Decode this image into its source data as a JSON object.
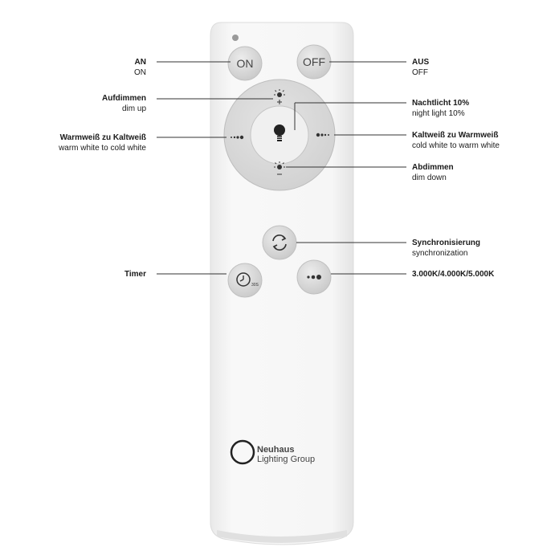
{
  "labels": {
    "on": {
      "de": "AN",
      "en": "ON"
    },
    "dim_up": {
      "de": "Aufdimmen",
      "en": "dim up"
    },
    "warm_to_cold": {
      "de": "Warmweiß zu Kaltweiß",
      "en": "warm white to cold white"
    },
    "timer": {
      "de": "Timer"
    },
    "off": {
      "de": "AUS",
      "en": "OFF"
    },
    "night_light": {
      "de": "Nachtlicht 10%",
      "en": "night light 10%"
    },
    "cold_to_warm": {
      "de": "Kaltweiß zu Warmweiß",
      "en": "cold white to warm white"
    },
    "dim_down": {
      "de": "Abdimmen",
      "en": "dim down"
    },
    "sync": {
      "de": "Synchronisierung",
      "en": "synchronization"
    },
    "color_temp": {
      "de": "3.000K/4.000K/5.000K"
    }
  },
  "buttons": {
    "on": "ON",
    "off": "OFF",
    "timer_sub": "30S"
  },
  "brand": {
    "line1": "Neuhaus",
    "line2": "Lighting Group"
  },
  "colors": {
    "remote_body": "#f4f4f4",
    "button_face": "#d9d9d9",
    "label_text": "#1a1a1a"
  },
  "icons": [
    "power-led-icon",
    "sun-plus-icon",
    "sun-minus-icon",
    "bulb-icon",
    "dots-warm-icon",
    "dots-cold-icon",
    "sync-icon",
    "timer-icon",
    "three-dots-icon",
    "brand-circle-logo"
  ]
}
